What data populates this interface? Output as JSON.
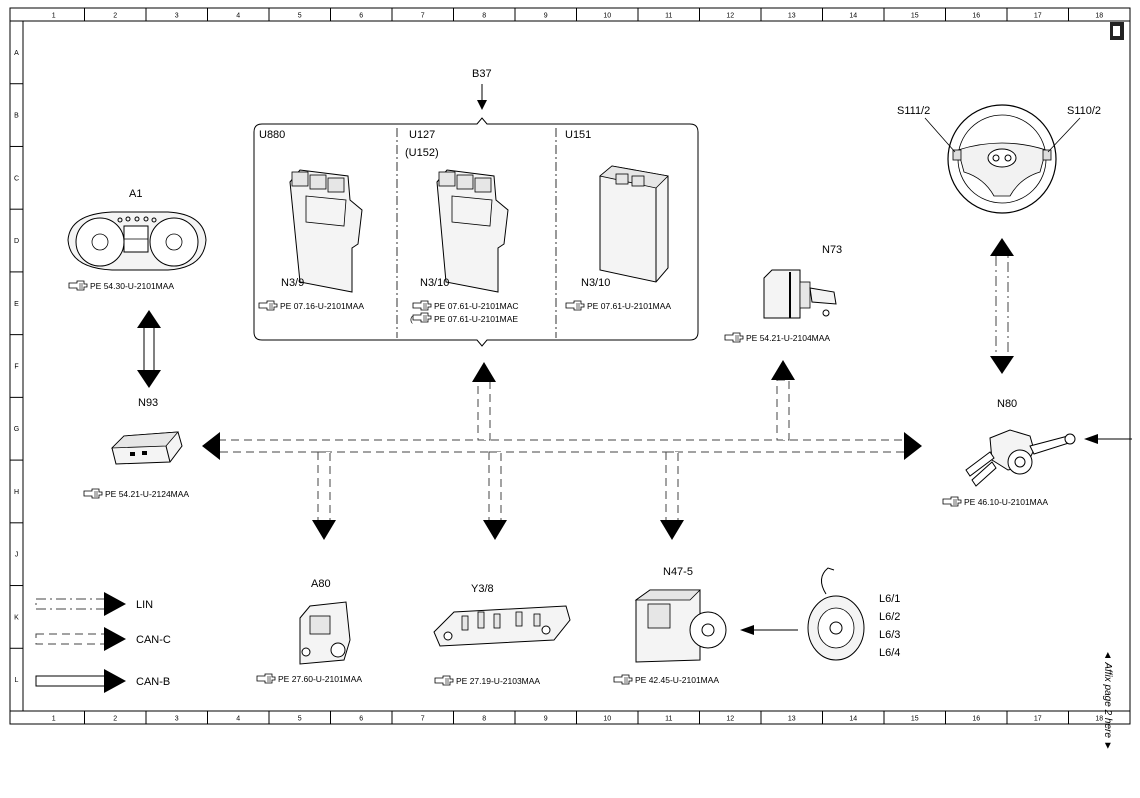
{
  "grid": {
    "columns": [
      "1",
      "2",
      "3",
      "4",
      "5",
      "6",
      "7",
      "8",
      "9",
      "10",
      "11",
      "12",
      "13",
      "14",
      "15",
      "16",
      "17",
      "18"
    ],
    "rows": [
      "A",
      "B",
      "C",
      "D",
      "E",
      "F",
      "G",
      "H",
      "J",
      "K",
      "L"
    ]
  },
  "components": {
    "a1": {
      "label": "A1",
      "ref": "PE 54.30-U-2101MAA"
    },
    "n93": {
      "label": "N93",
      "ref": "PE 54.21-U-2124MAA"
    },
    "b37": {
      "label": "B37"
    },
    "u880": {
      "label": "U880",
      "sub": "N3/9",
      "ref": "PE 07.16-U-2101MAA"
    },
    "u127": {
      "label": "U127",
      "label2": "(U152)",
      "sub": "N3/10",
      "ref": "PE 07.61-U-2101MAC",
      "ref2": "PE 07.61-U-2101MAE"
    },
    "u151": {
      "label": "U151",
      "sub": "N3/10",
      "ref": "PE 07.61-U-2101MAA"
    },
    "n73": {
      "label": "N73",
      "ref": "PE 54.21-U-2104MAA"
    },
    "s111": {
      "label": "S111/2"
    },
    "s110": {
      "label": "S110/2"
    },
    "n80": {
      "label": "N80",
      "ref": "PE 46.10-U-2101MAA"
    },
    "a80": {
      "label": "A80",
      "ref": "PE 27.60-U-2101MAA"
    },
    "y38": {
      "label": "Y3/8",
      "ref": "PE 27.19-U-2103MAA"
    },
    "n47": {
      "label": "N47-5",
      "ref": "PE 42.45-U-2101MAA"
    },
    "l6": {
      "labels": [
        "L6/1",
        "L6/2",
        "L6/3",
        "L6/4"
      ]
    }
  },
  "legend": [
    {
      "label": "LIN",
      "icon": "dash-dot-arrow"
    },
    {
      "label": "CAN-C",
      "icon": "dashed-arrow"
    },
    {
      "label": "CAN-B",
      "icon": "solid-arrow"
    }
  ],
  "affix_note": "Affix page 2 here",
  "icons": [
    "reference-hand-icon",
    "page-icon"
  ]
}
